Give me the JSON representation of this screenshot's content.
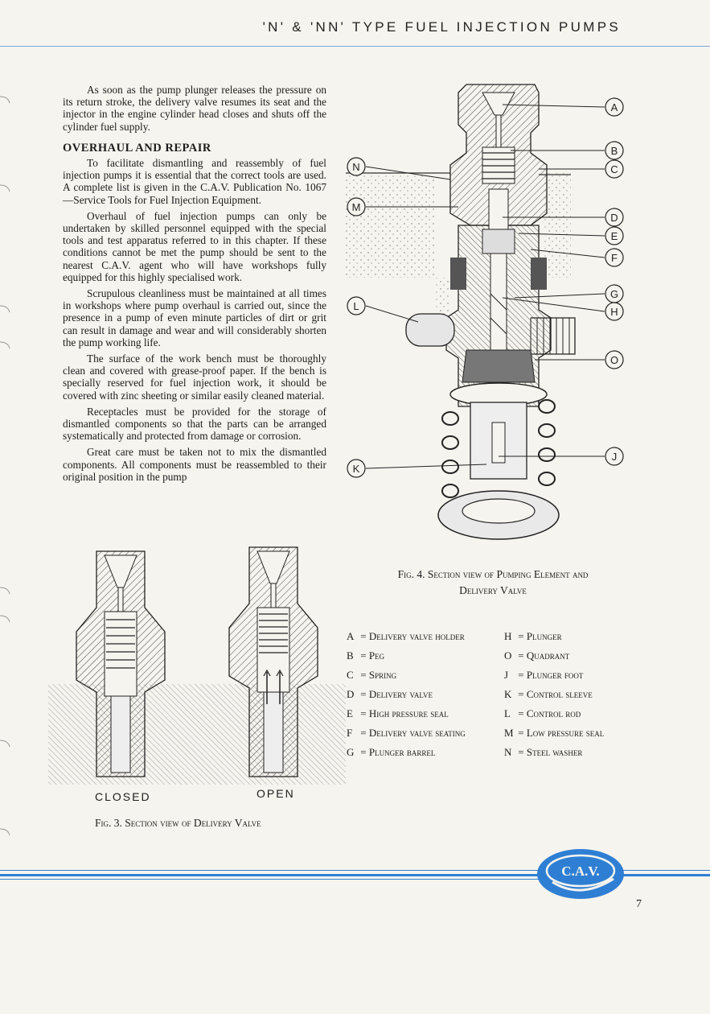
{
  "header": {
    "title": "'N'  &  'NN'  TYPE  FUEL  INJECTION  PUMPS"
  },
  "body": {
    "p1": "As soon as the pump plunger releases the pressure on its return stroke, the delivery valve resumes its seat and the injector in the engine cylinder head closes and shuts off the cylinder fuel supply.",
    "heading": "OVERHAUL AND REPAIR",
    "p2": "To facilitate dismantling and reassembly of fuel injection pumps it is essential that the correct tools are used. A complete list is given in the C.A.V. Publication No. 1067—Service Tools for Fuel Injection Equipment.",
    "p3": "Overhaul of fuel injection pumps can only be undertaken by skilled personnel equipped with the special tools and test apparatus referred to in this chapter. If these conditions cannot be met the pump should be sent to the nearest C.A.V. agent who will have workshops fully equipped for this highly specialised work.",
    "p4": "Scrupulous cleanliness must be maintained at all times in workshops where pump overhaul is carried out, since the presence in a pump of even minute particles of dirt or grit can result in damage and wear and will considerably shorten the pump working life.",
    "p5": "The surface of the work bench must be thoroughly clean and covered with grease-proof paper. If the bench is specially reserved for fuel injection work, it should be covered with zinc sheeting or similar easily cleaned material.",
    "p6": "Receptacles must be provided for the storage of dismantled components so that the parts can be arranged systematically and protected from damage or corrosion.",
    "p7": "Great care must be taken not to mix the dismantled components. All components must be reassembled to their original position in the pump"
  },
  "fig4": {
    "caption_line1": "Fig. 4.   Section view of Pumping Element and",
    "caption_line2": "Delivery Valve",
    "callouts": [
      "A",
      "B",
      "C",
      "D",
      "E",
      "F",
      "G",
      "H",
      "O",
      "J",
      "K",
      "L",
      "M",
      "N"
    ]
  },
  "fig3": {
    "label_closed": "CLOSED",
    "label_open": "OPEN",
    "caption": "Fig. 3.   Section view of Delivery Valve"
  },
  "legend": [
    {
      "key": "A",
      "value": "Delivery valve holder"
    },
    {
      "key": "B",
      "value": "Peg"
    },
    {
      "key": "C",
      "value": "Spring"
    },
    {
      "key": "D",
      "value": "Delivery valve"
    },
    {
      "key": "E",
      "value": "High pressure seal"
    },
    {
      "key": "F",
      "value": "Delivery valve seating"
    },
    {
      "key": "G",
      "value": "Plunger barrel"
    },
    {
      "key": "H",
      "value": "Plunger"
    },
    {
      "key": "O",
      "value": "Quadrant"
    },
    {
      "key": "J",
      "value": "Plunger foot"
    },
    {
      "key": "K",
      "value": "Control sleeve"
    },
    {
      "key": "L",
      "value": "Control rod"
    },
    {
      "key": "M",
      "value": "Low pressure seal"
    },
    {
      "key": "N",
      "value": "Steel washer"
    }
  ],
  "footer": {
    "page_number": "7",
    "logo_text": "C.A.V."
  },
  "colors": {
    "brand_blue": "#2e7fd4",
    "header_rule": "#7aa8d6"
  }
}
